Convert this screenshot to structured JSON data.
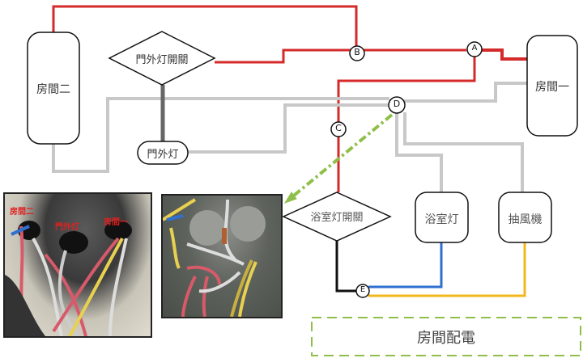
{
  "title": "房間配電",
  "nodes": {
    "room2": "房間二",
    "room1": "房間一",
    "door_light_switch": "門外灯開關",
    "door_light": "門外灯",
    "bath_light_switch": "浴室灯開關",
    "bath_light": "浴室灯",
    "exhaust_fan": "抽風機"
  },
  "junctions": [
    "A",
    "B",
    "C",
    "D",
    "E"
  ],
  "photo_labels": [
    "房間二",
    "門外灯",
    "房間一"
  ],
  "colors": {
    "red": "#d42a2a",
    "grey": "#c8c8c8",
    "black": "#111111",
    "blue": "#2f6fd0",
    "yellow": "#f2b81c",
    "green": "#8fbf4a"
  }
}
